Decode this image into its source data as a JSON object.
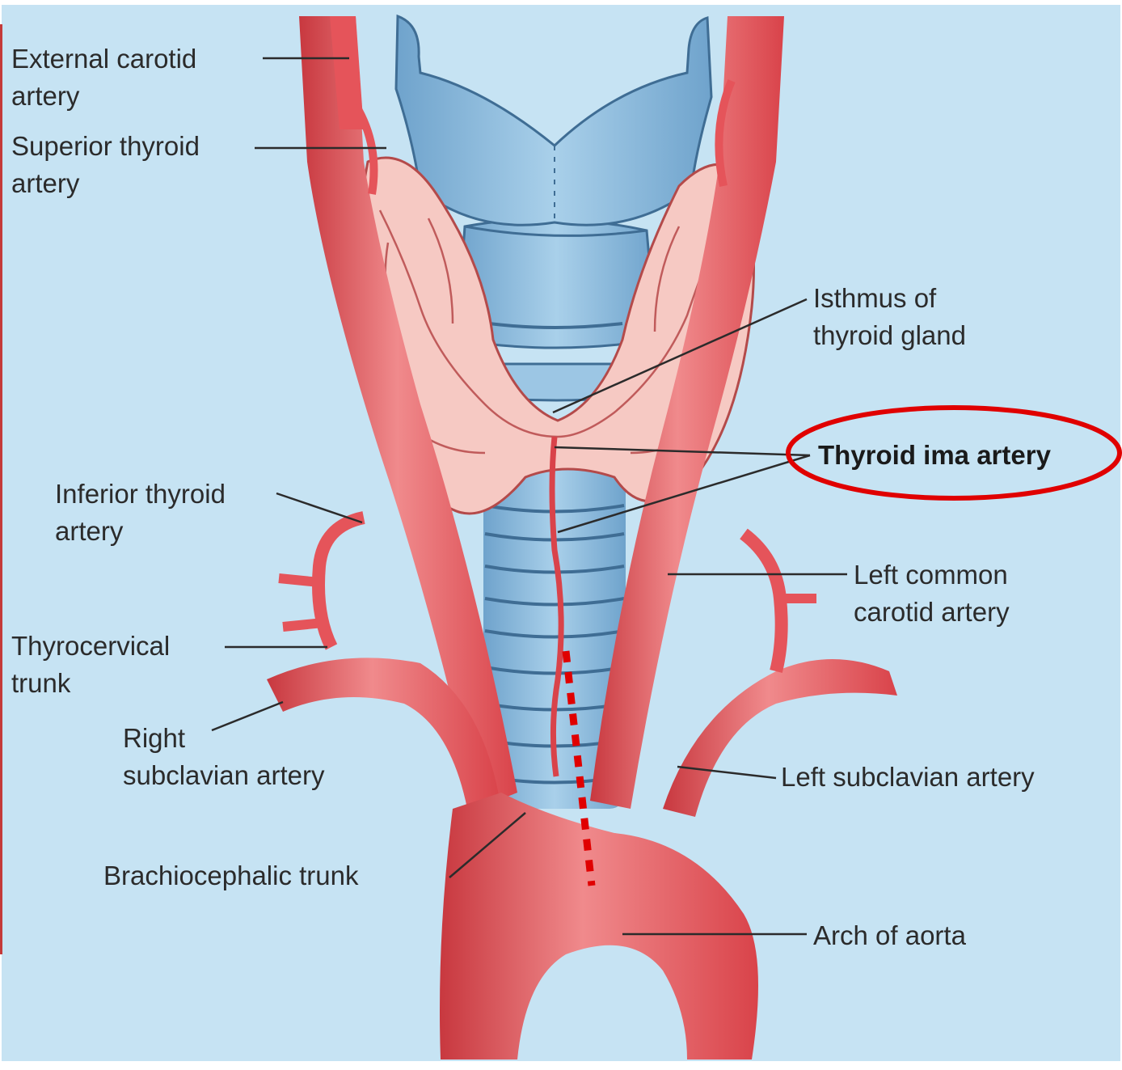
{
  "colors": {
    "background": "#c6e3f3",
    "artery": "#e5545a",
    "artery_highlight": "#f08a8c",
    "artery_dark": "#b8333a",
    "thyroid": "#f6c9c3",
    "cartilage": "#8fbfe0",
    "cartilage_dark": "#5d93bd",
    "highlight_circle": "#e00000",
    "dotted_line": "#e00000",
    "leader_line": "#2b2b2b"
  },
  "labels": {
    "external_carotid": [
      "External carotid",
      "artery"
    ],
    "superior_thyroid": [
      "Superior thyroid",
      "artery"
    ],
    "isthmus": [
      "Isthmus of",
      "thyroid gland"
    ],
    "thyroid_ima": "Thyroid ima artery",
    "inferior_thyroid": [
      "Inferior thyroid",
      "artery"
    ],
    "left_common_carotid": [
      "Left common",
      "carotid artery"
    ],
    "thyrocervical": [
      "Thyrocervical",
      "trunk"
    ],
    "right_subclavian": [
      "Right",
      "subclavian artery"
    ],
    "left_subclavian": "Left subclavian artery",
    "brachiocephalic": "Brachiocephalic trunk",
    "arch_of_aorta": "Arch of aorta"
  },
  "highlight": {
    "target": "Thyroid ima artery",
    "style": "ellipse"
  }
}
